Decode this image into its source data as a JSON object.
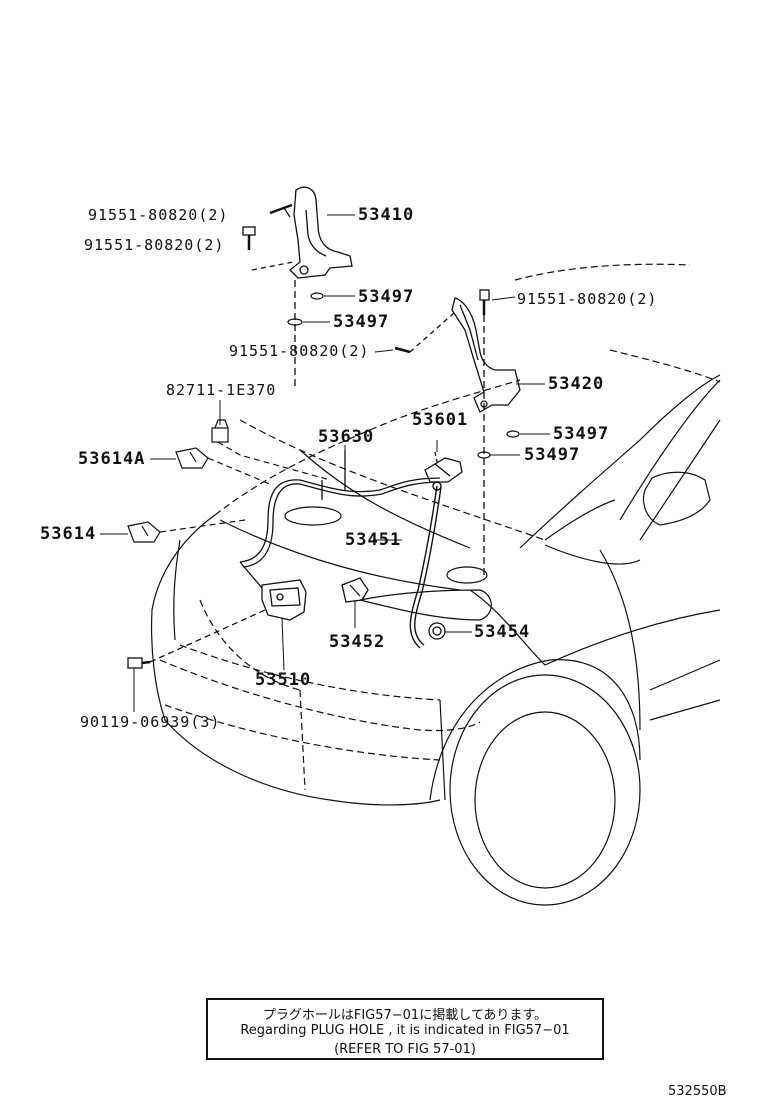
{
  "callouts": {
    "bolt_53410_upper": "91551-80820(2)",
    "bolt_53410_lower": "91551-80820(2)",
    "hinge_left": "53410",
    "washer_left_a": "53497",
    "washer_left_b": "53497",
    "bolt_53420_top": "91551-80820(2)",
    "bolt_center": "91551-80820(2)",
    "hinge_right": "53420",
    "washer_right_a": "53497",
    "washer_right_b": "53497",
    "clip_827": "82711-1E370",
    "release_cable": "53630",
    "lever_53601": "53601",
    "clamp_53614a": "53614A",
    "clamp_53614": "53614",
    "stay_rod": "53451",
    "stay_bracket": "53452",
    "stay_grommet": "53454",
    "lock_assy": "53510",
    "bolt_lock": "90119-06939(3)"
  },
  "note": {
    "line1": "プラグホールはFIG57−01に掲載してあります。",
    "line2": "Regarding PLUG HOLE , it is indicated in FIG57−01",
    "line3": "(REFER TO FIG 57-01)"
  },
  "figure_code": "532550B"
}
